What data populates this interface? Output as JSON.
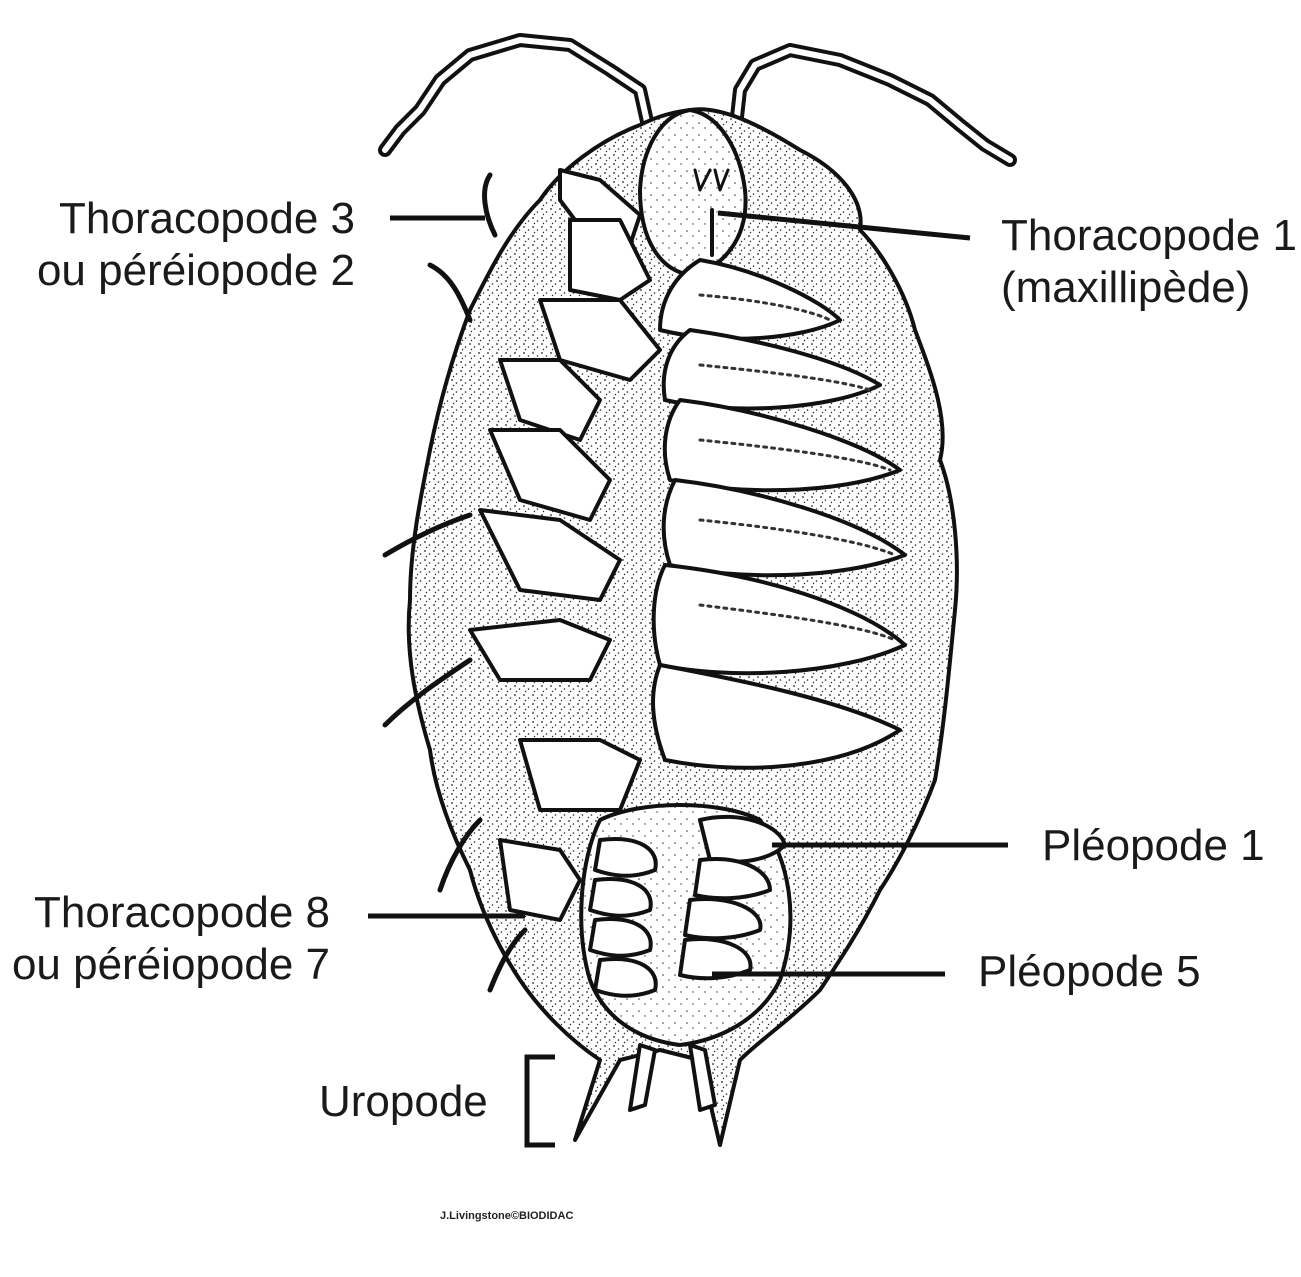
{
  "labels": {
    "thoracopode3_line1": "Thoracopode 3",
    "thoracopode3_line2": "ou péréiopode 2",
    "thoracopode1_line1": "Thoracopode 1",
    "thoracopode1_line2": "(maxillipède)",
    "pleopode1": "Pléopode 1",
    "thoracopode8_line1": "Thoracopode 8",
    "thoracopode8_line2": "ou péréiopode 7",
    "pleopode5": "Pléopode 5",
    "uropode": "Uropode"
  },
  "credit": "J.Livingstone©BIODIDAC"
}
